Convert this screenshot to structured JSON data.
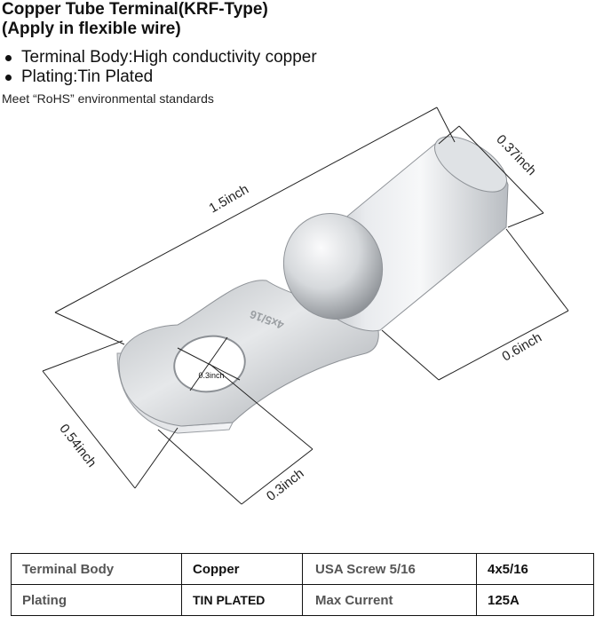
{
  "header": {
    "title_line1": "Copper Tube Terminal(KRF-Type)",
    "title_line2": "(Apply in flexible wire)"
  },
  "features": [
    "Terminal Body:High conductivity copper",
    "Plating:Tin Plated"
  ],
  "standard_note": "Meet “RoHS” environmental standards",
  "dimensions": {
    "length": "1.5inch",
    "barrel_diameter": "0.37inch",
    "barrel_length": "0.6inch",
    "tongue_width": "0.54inch",
    "tongue_to_hole": "0.3inch",
    "hole_diameter": "0.3inch"
  },
  "engraving": "4x5/16",
  "specs": [
    {
      "label": "Terminal Body",
      "value": "Copper",
      "label2": "USA Screw 5/16",
      "value2": "4x5/16"
    },
    {
      "label": "Plating",
      "value": "TIN PLATED",
      "label2": "Max Current",
      "value2": "125A"
    }
  ],
  "colors": {
    "metal_light": "#f4f5f7",
    "metal_mid": "#c9ccd0",
    "metal_dark": "#8d9196",
    "table_border": "#111111"
  }
}
